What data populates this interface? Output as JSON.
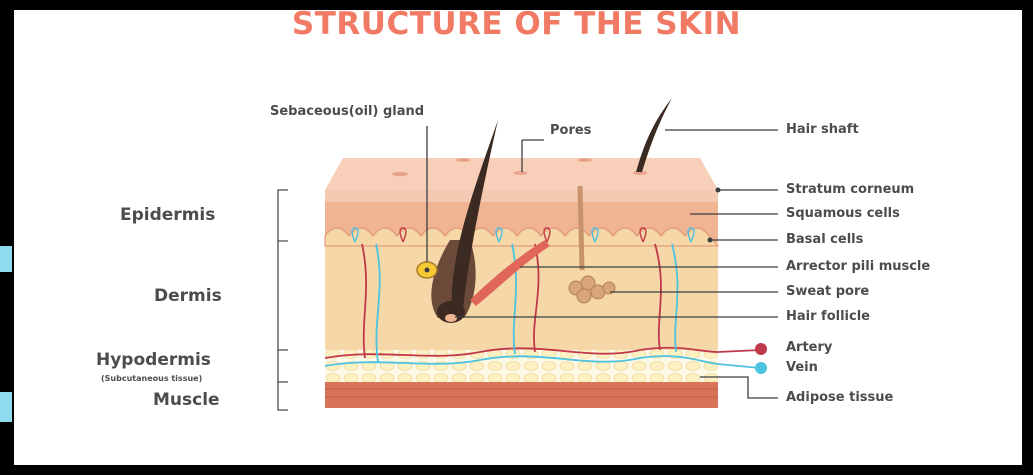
{
  "title": "STRUCTURE OF THE SKIN",
  "layers": {
    "epidermis": "Epidermis",
    "dermis": "Dermis",
    "hypodermis": "Hypodermis",
    "hypodermis_note": "(Subcutaneous tissue)",
    "muscle": "Muscle"
  },
  "callouts": {
    "sebaceous_gland": "Sebaceous(oil) gland",
    "pores": "Pores",
    "hair_shaft": "Hair shaft",
    "stratum_corneum": "Stratum corneum",
    "squamous_cells": "Squamous cells",
    "basal_cells": "Basal cells",
    "arrector_pili": "Arrector pili muscle",
    "sweat_pore": "Sweat pore",
    "hair_follicle": "Hair follicle",
    "artery": "Artery",
    "vein": "Vein",
    "adipose_tissue": "Adipose tissue"
  },
  "colors": {
    "title": "#f07a63",
    "epidermis": "#f2b394",
    "dermis": "#f6d7a4",
    "hypodermis": "#fbeab6",
    "muscle": "#d9735a",
    "artery": "#c0394b",
    "vein": "#4cc3e0",
    "hair": "#3b2a22"
  }
}
